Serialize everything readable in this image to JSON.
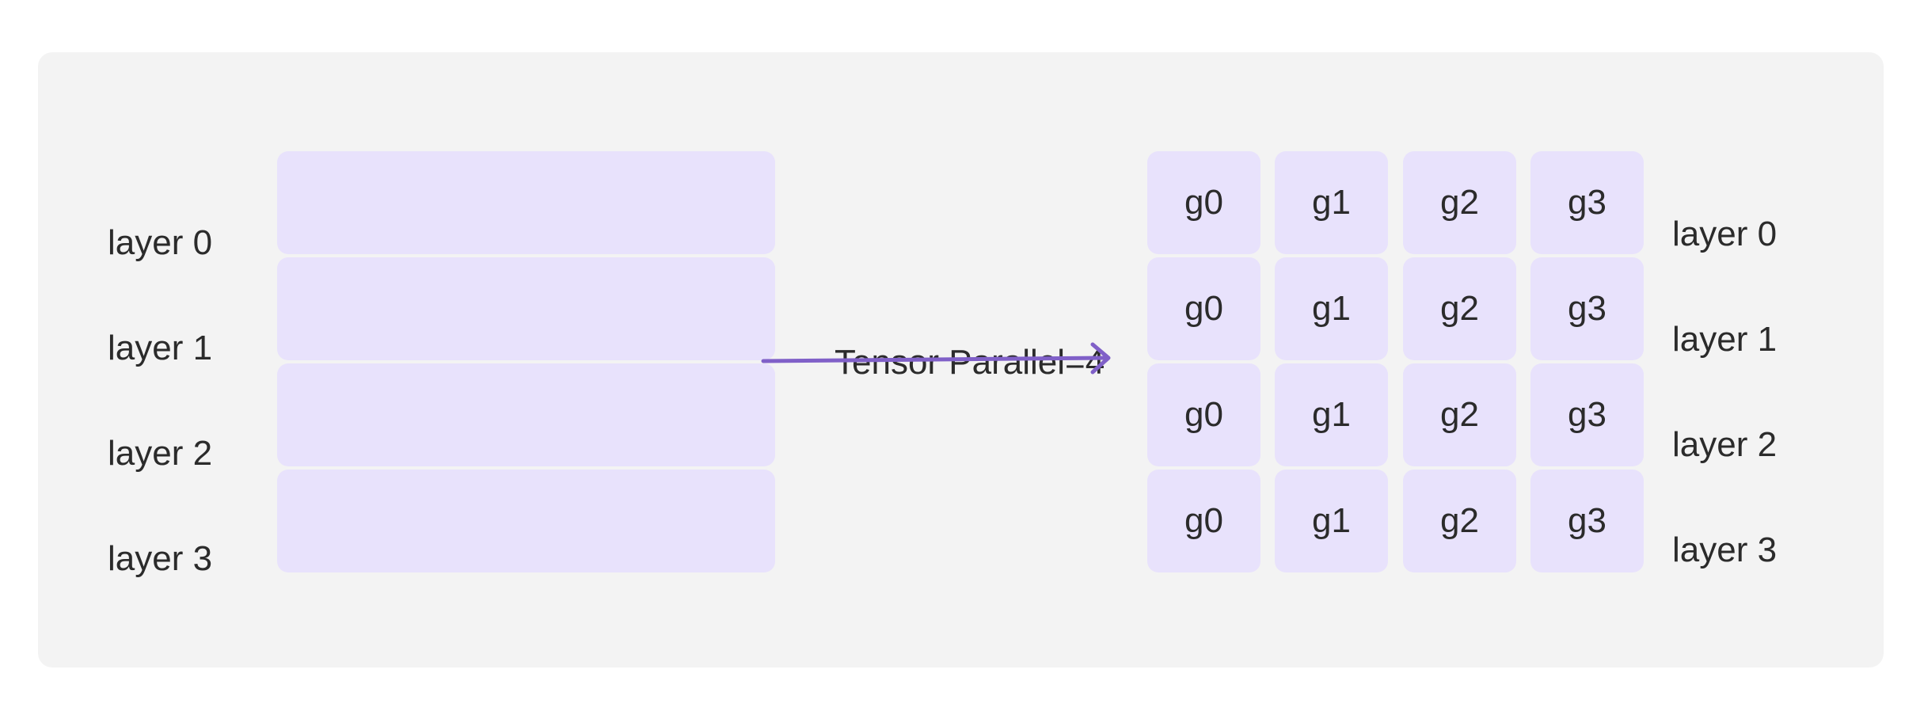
{
  "left_layers": [
    "layer 0",
    "layer 1",
    "layer 2",
    "layer 3"
  ],
  "right_layers": [
    "layer 0",
    "layer 1",
    "layer 2",
    "layer 3"
  ],
  "gpus": [
    "g0",
    "g1",
    "g2",
    "g3"
  ],
  "arrow_label": "Tensor Parallel=4",
  "colors": {
    "background": "#ffffff",
    "panel": "#f3f3f3",
    "block": "#e8e2fc",
    "arrow": "#8060c8",
    "text": "#2b2b2b"
  }
}
